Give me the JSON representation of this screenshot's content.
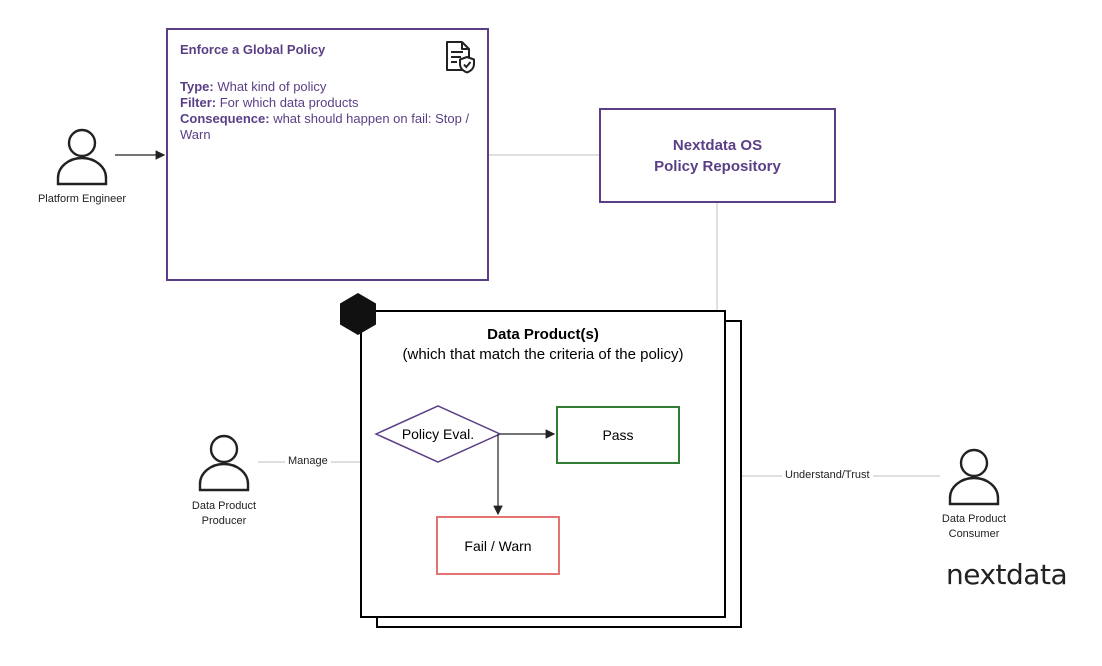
{
  "policy_card": {
    "title": "Enforce a Global Policy",
    "rows": [
      {
        "key": "Type:",
        "value": " What kind of policy"
      },
      {
        "key": "Filter:",
        "value": " For which data products"
      },
      {
        "key": "Consequence:",
        "value": " what should happen on fail: Stop / Warn"
      }
    ],
    "icon": "policy-document-shield-icon"
  },
  "repository": {
    "line1": "Nextdata OS",
    "line2": "Policy Repository"
  },
  "data_product": {
    "title": "Data Product(s)",
    "subtitle": "(which that match the criteria of the policy)",
    "icon": "hexagon-icon"
  },
  "flow": {
    "decision": "Policy Eval.",
    "pass": "Pass",
    "fail": "Fail / Warn"
  },
  "actors": {
    "platform_engineer": "Platform Engineer",
    "producer_line1": "Data Product",
    "producer_line2": "Producer",
    "consumer_line1": "Data Product",
    "consumer_line2": "Consumer",
    "icon": "person-icon"
  },
  "edges": {
    "manage": "Manage",
    "understand_trust": "Understand/Trust"
  },
  "brand": {
    "logo_text": "nextdata"
  },
  "colors": {
    "purple": "#5b3f86",
    "pass_green": "#2e7d32",
    "fail_red": "#e57373",
    "line_gray": "#cccccc"
  }
}
